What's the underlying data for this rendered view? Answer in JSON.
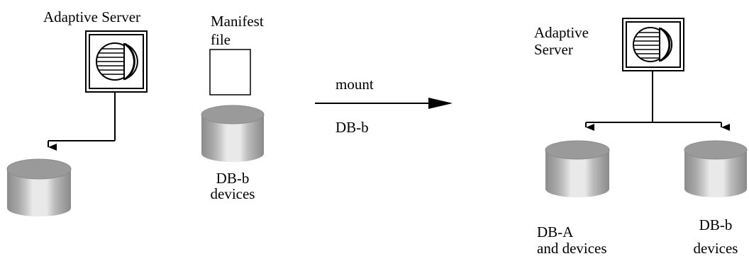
{
  "diagram": {
    "left_server_label": "Adaptive Server",
    "manifest_label_line1": "Manifest",
    "manifest_label_line2": "file",
    "left_devices_label_line1": "DB-b",
    "left_devices_label_line2": "devices",
    "arrow_label_top": "mount",
    "arrow_label_bottom": "DB-b",
    "right_server_label_line1": "Adaptive",
    "right_server_label_line2": "Server",
    "db_a_label_line1": "DB-A",
    "db_a_label_line2": "and devices",
    "db_b_label_line1": "DB-b",
    "db_b_label_line2": "devices"
  },
  "icons": {
    "server": "server-icon",
    "disk": "database-cylinder-icon",
    "document": "manifest-file-icon"
  }
}
